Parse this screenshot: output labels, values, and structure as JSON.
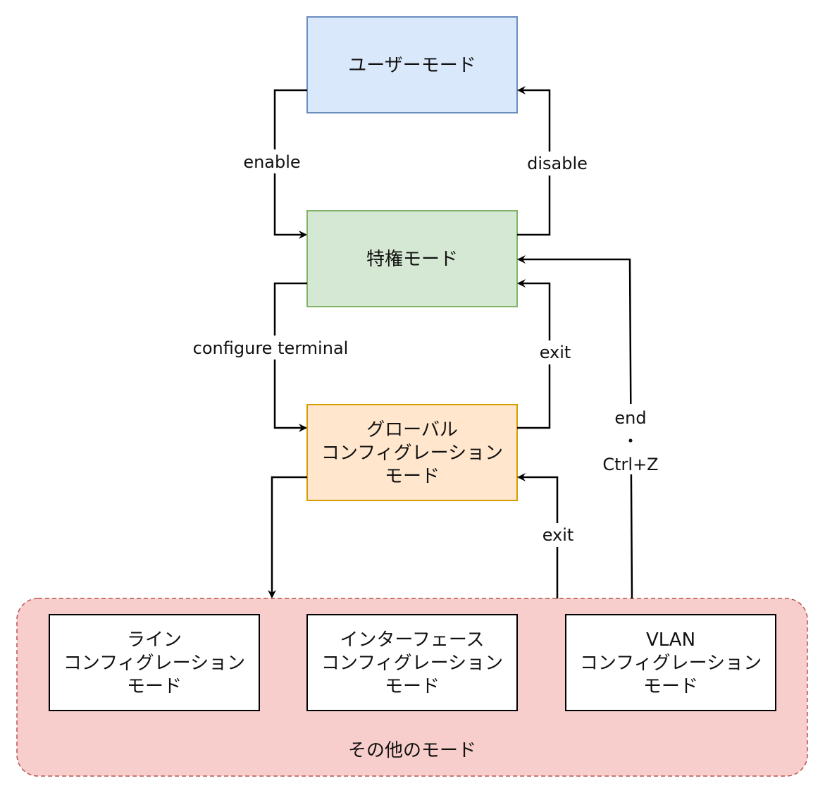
{
  "nodes": {
    "user_mode": {
      "lines": [
        "ユーザーモード"
      ],
      "fill": "#dae8fc",
      "stroke": "#6c8ebf"
    },
    "privileged_mode": {
      "lines": [
        "特権モード"
      ],
      "fill": "#d5e8d4",
      "stroke": "#82b366"
    },
    "global_config_mode": {
      "lines": [
        "グローバル",
        "コンフィグレーション",
        "モード"
      ],
      "fill": "#ffe6cc",
      "stroke": "#d79b00"
    },
    "other_modes": {
      "label": "その他のモード",
      "fill": "#f8cecc",
      "stroke": "#b85450"
    },
    "line_config_mode": {
      "lines": [
        "ライン",
        "コンフィグレーション",
        "モード"
      ],
      "fill": "#ffffff",
      "stroke": "#000000"
    },
    "interface_config_mode": {
      "lines": [
        "インターフェース",
        "コンフィグレーション",
        "モード"
      ],
      "fill": "#ffffff",
      "stroke": "#000000"
    },
    "vlan_config_mode": {
      "lines": [
        "VLAN",
        "コンフィグレーション",
        "モード"
      ],
      "fill": "#ffffff",
      "stroke": "#000000"
    }
  },
  "edges": {
    "enable": {
      "label": "enable"
    },
    "disable": {
      "label": "disable"
    },
    "configure_terminal": {
      "label": "configure terminal"
    },
    "exit_global": {
      "label": "exit"
    },
    "exit_sub": {
      "label": "exit"
    },
    "end_ctrlz": {
      "lines": [
        "end",
        "・",
        "Ctrl+Z"
      ]
    }
  }
}
